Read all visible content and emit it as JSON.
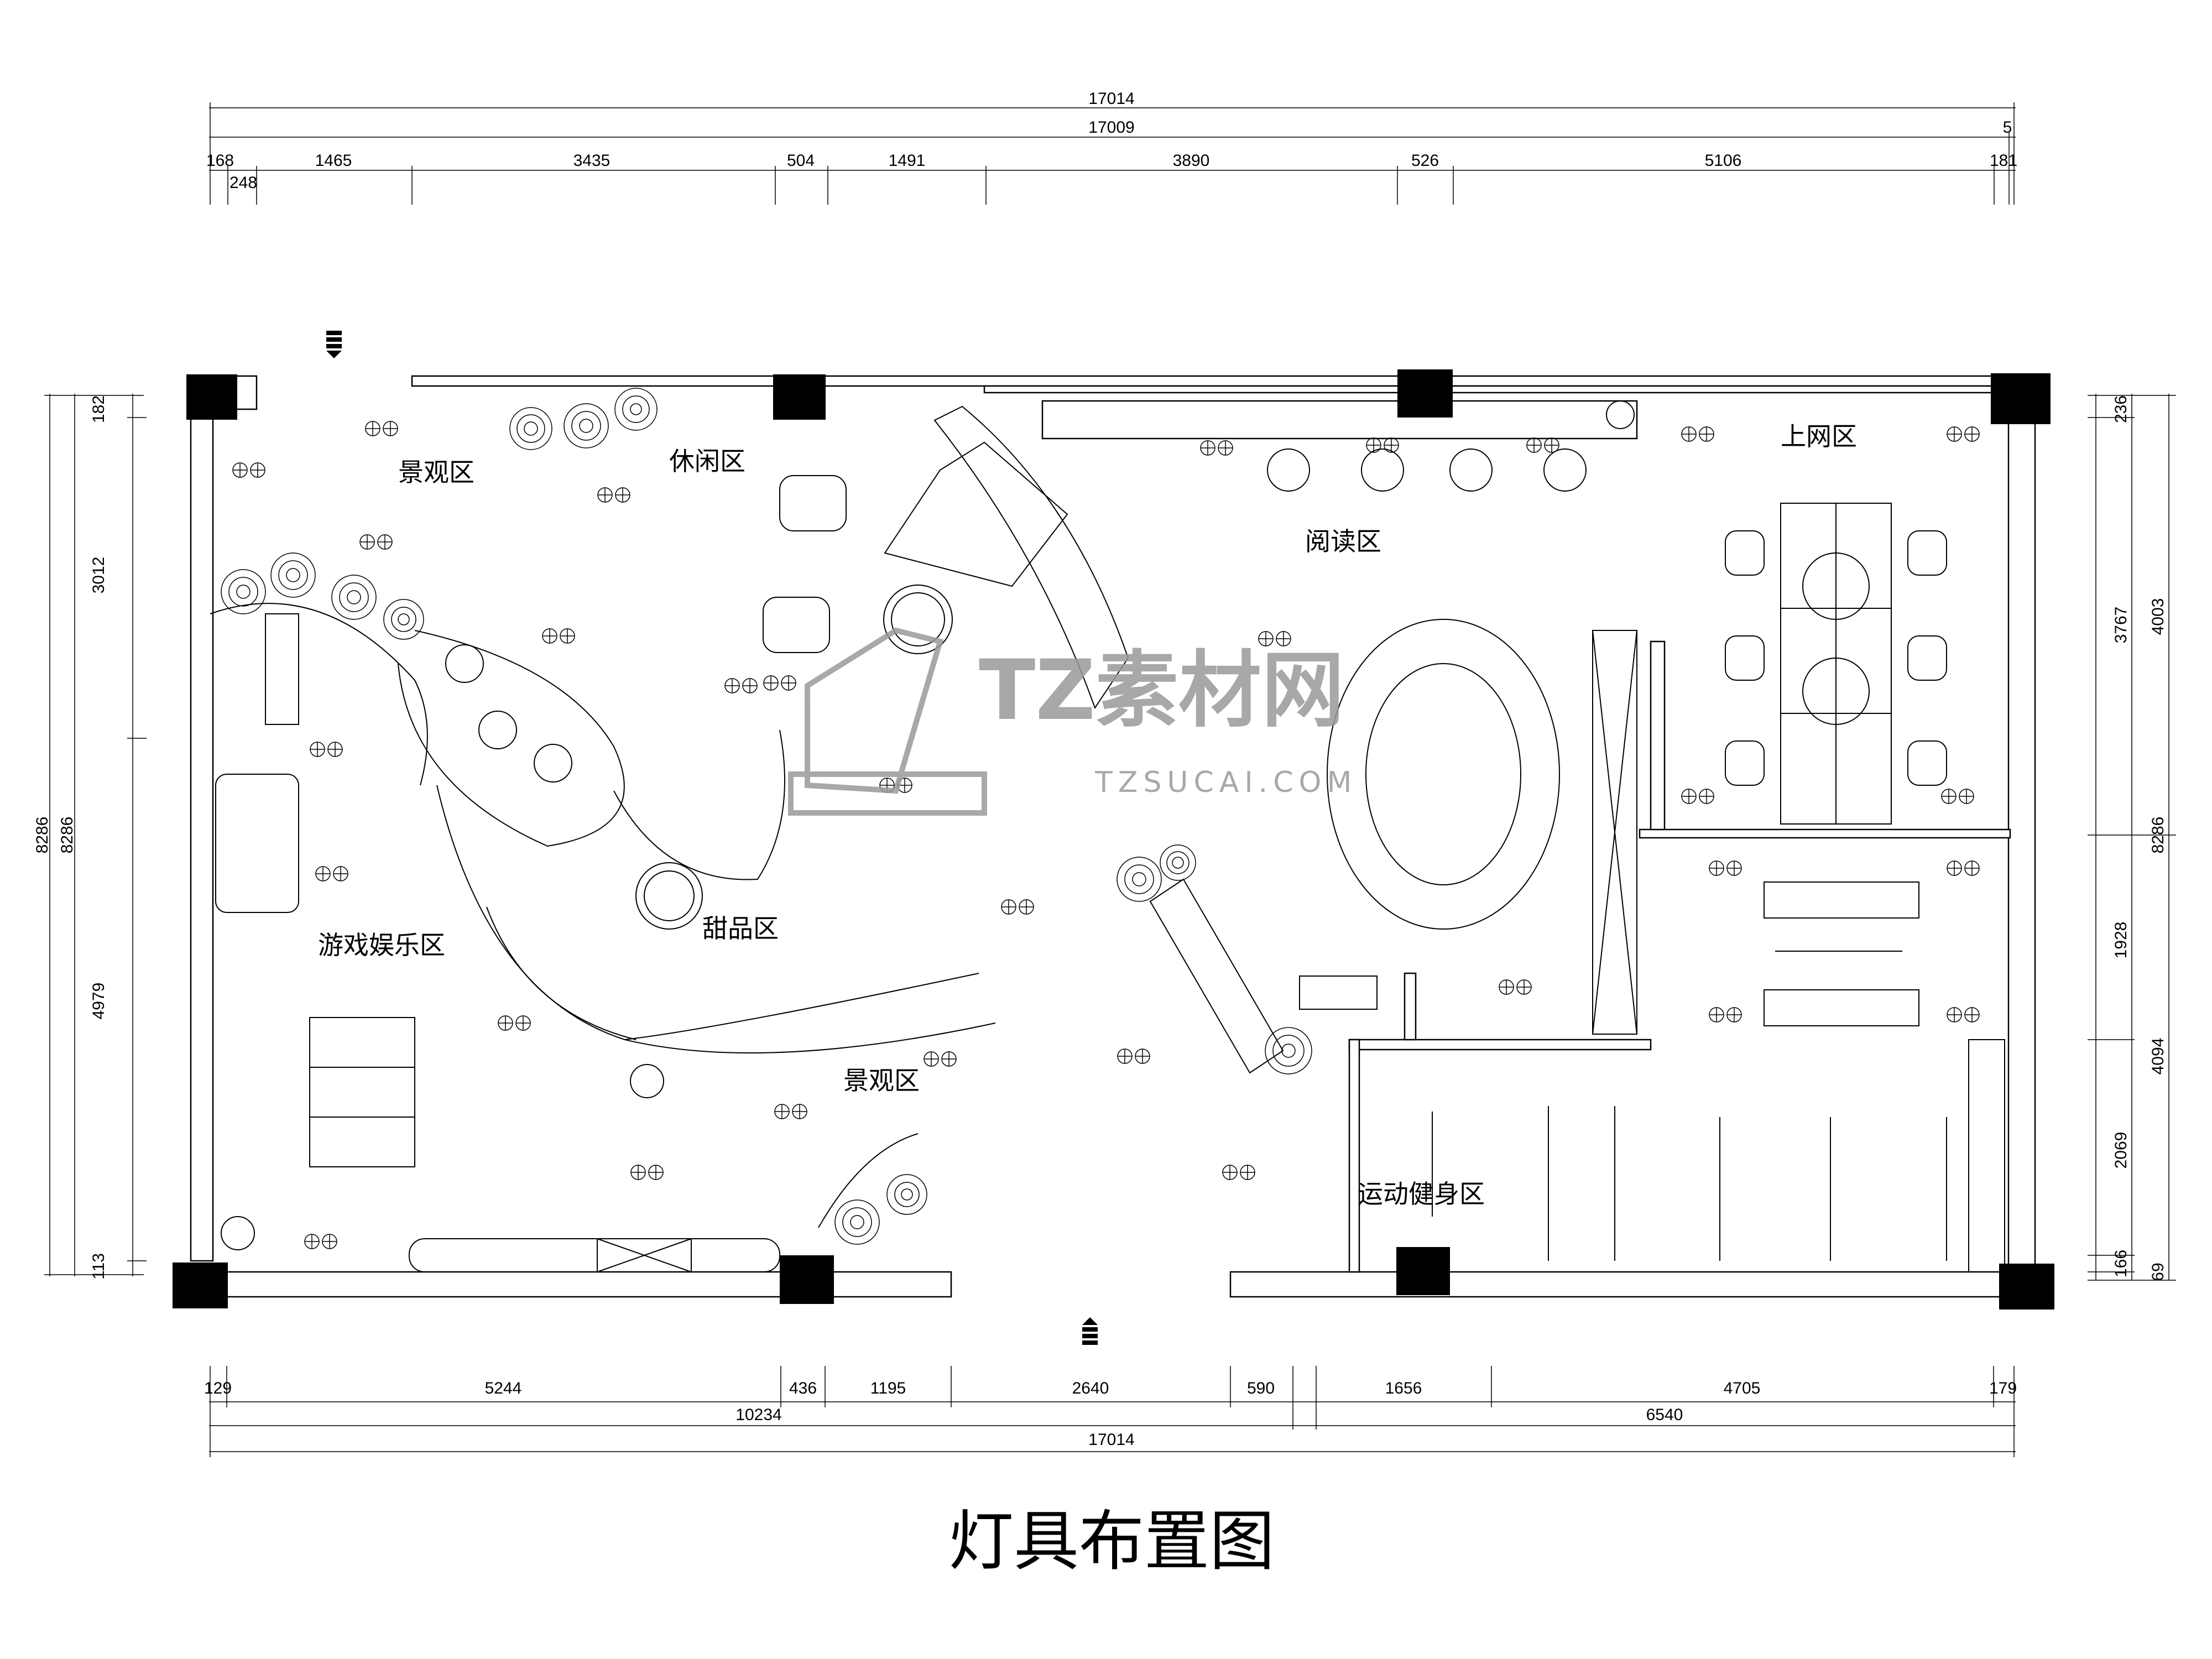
{
  "title": "灯具布置图",
  "watermark": {
    "brand": "TZ素材网",
    "url": "TZSUCAI.COM"
  },
  "rooms": {
    "landscape_top": "景观区",
    "leisure": "休闲区",
    "reading": "阅读区",
    "internet": "上网区",
    "games": "游戏娱乐区",
    "dessert": "甜品区",
    "landscape_bottom": "景观区",
    "fitness": "运动健身区"
  },
  "dimensions": {
    "top_total_1": "17014",
    "top_total_2": "17009",
    "top_small": "5",
    "top_segments": [
      "168",
      "248",
      "1465",
      "3435",
      "504",
      "1491",
      "3890",
      "526",
      "5106",
      "181"
    ],
    "bottom_segments": [
      "129",
      "5244",
      "436",
      "1195",
      "2640",
      "590",
      "1656",
      "4705",
      "179"
    ],
    "bottom_sub_totals": [
      "10234",
      "6540"
    ],
    "bottom_total": "17014",
    "left_segments": [
      "182",
      "3012",
      "4979",
      "113"
    ],
    "left_totals": [
      "8286",
      "8286"
    ],
    "right_segments": [
      "236",
      "3767",
      "4003",
      "1928",
      "4094",
      "2069",
      "166",
      "69"
    ],
    "right_total": "8286"
  },
  "colors": {
    "line": "#000000",
    "watermark": "#9a9a9a"
  }
}
